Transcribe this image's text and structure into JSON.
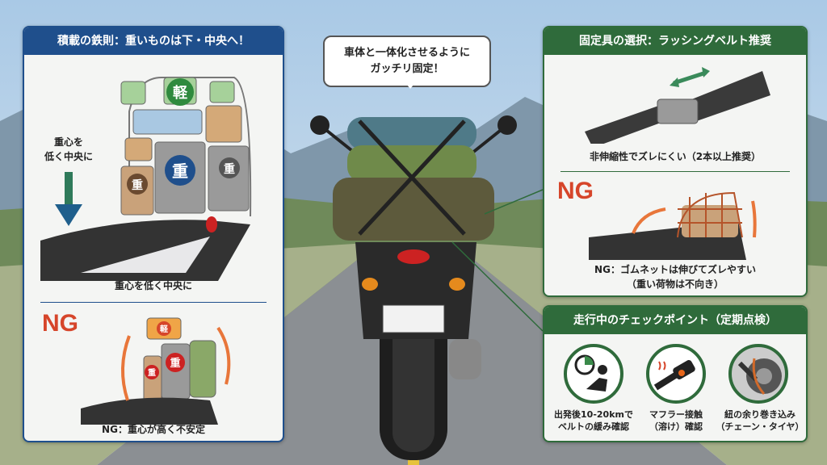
{
  "colors": {
    "blue_header": "#1f4f8c",
    "green_header": "#2f6b3b",
    "ng_red": "#d6452a"
  },
  "bubble": {
    "line1": "車体と一体化させるように",
    "line2": "ガッチリ固定！"
  },
  "left_panel": {
    "title": "積載の鉄則：重いものは下・中央へ！",
    "light_label": "軽",
    "heavy_label": "重",
    "arrow_label_1": "重心を",
    "arrow_label_2": "低く中央に",
    "caption": "重心を低く中央に",
    "ng": "NG",
    "ng_caption": "NG：重心が高く不安定"
  },
  "right_top_panel": {
    "title": "固定具の選択：ラッシングベルト推奨",
    "caption": "非伸縮性でズレにくい（2本以上推奨）",
    "ng": "NG",
    "ng_caption_1": "NG：ゴムネットは伸びてズレやすい",
    "ng_caption_2": "（重い荷物は不向き）"
  },
  "right_bottom_panel": {
    "title": "走行中のチェックポイント（定期点検）",
    "items": [
      {
        "icon": "stopwatch-rider-icon",
        "line1": "出発後10-20kmで",
        "line2": "ベルトの緩み確認"
      },
      {
        "icon": "muffler-heat-icon",
        "line1": "マフラー接触",
        "line2": "（溶け）確認"
      },
      {
        "icon": "chain-tire-strap-icon",
        "line1": "紐の余り巻き込み",
        "line2": "（チェーン・タイヤ）"
      }
    ]
  }
}
